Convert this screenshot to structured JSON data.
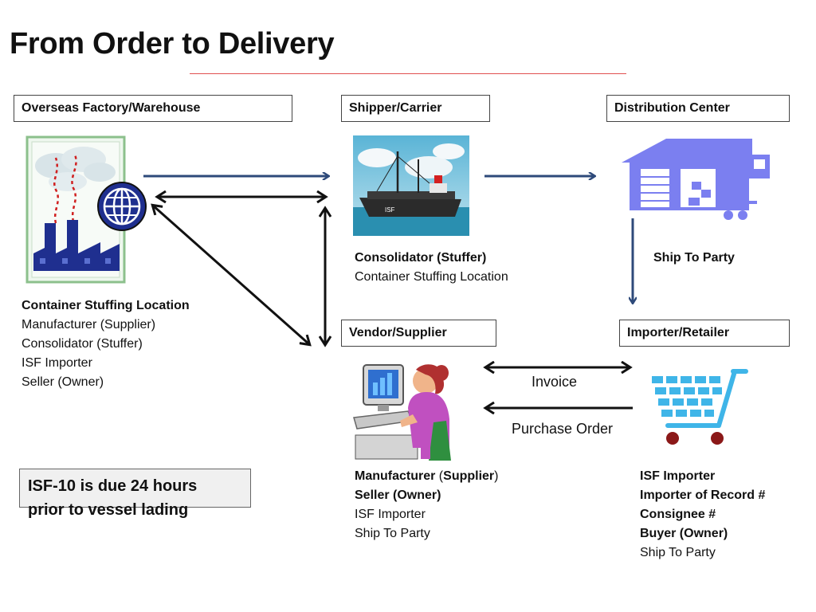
{
  "title": "From Order to Delivery",
  "nodes": {
    "factory": {
      "label": "Overseas Factory/Warehouse",
      "icon": "factory-icon"
    },
    "shipper": {
      "label": "Shipper/Carrier",
      "icon": "cargo-ship-icon",
      "details": {
        "line1": "Consolidator (Stuffer)",
        "line2": "Container Stuffing Location"
      }
    },
    "distribution": {
      "label": "Distribution Center",
      "icon": "warehouse-forklift-icon",
      "details": {
        "line1": "Ship To Party"
      }
    },
    "vendor": {
      "label": "Vendor/Supplier",
      "icon": "office-worker-computer-icon",
      "details": {
        "line1_a": "Manufacturer",
        "line1_b": " (",
        "line1_c": "Supplier",
        "line1_d": ")",
        "line2": "Seller (Owner)",
        "line3": "ISF Importer",
        "line4": "Ship To Party"
      }
    },
    "importer": {
      "label": "Importer/Retailer",
      "icon": "shopping-cart-icon",
      "details": {
        "line1": "ISF Importer",
        "line2": "Importer of Record #",
        "line3": "Consignee #",
        "line4": "Buyer (Owner)",
        "line5": "Ship To Party"
      }
    }
  },
  "factory_details": {
    "line1": "Container Stuffing Location",
    "line2": "Manufacturer (Supplier)",
    "line3": "Consolidator (Stuffer)",
    "line4": "ISF Importer",
    "line5": "Seller (Owner)"
  },
  "edges": {
    "invoice": "Invoice",
    "purchase_order": "Purchase Order"
  },
  "note": {
    "line1": "ISF-10 is due 24 hours",
    "line2": "prior to vessel lading"
  },
  "colors": {
    "flow_arrow": "#2e4a7a",
    "info_arrow": "#111111",
    "title_rule": "#e05050",
    "factory_blue": "#1f2f8f",
    "cart_blue": "#3fb5e8",
    "warehouse_purple": "#7b7ff0"
  }
}
